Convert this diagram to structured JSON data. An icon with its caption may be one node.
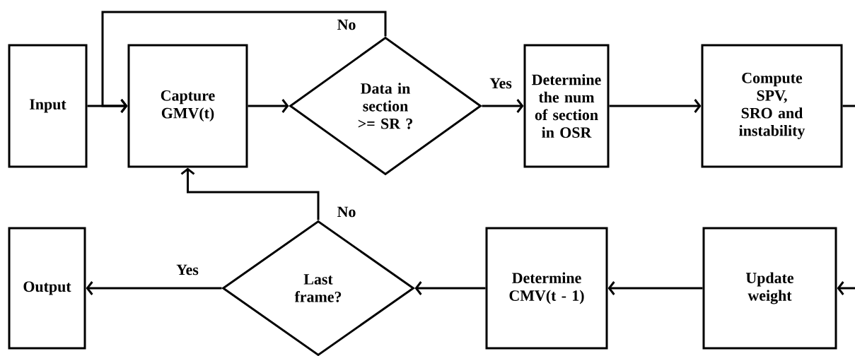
{
  "diagram": {
    "nodes": [
      {
        "text": [
          "Input"
        ]
      },
      {
        "text": [
          "Capture GMV(t)"
        ]
      },
      {
        "text": [
          "Data in section >= SR ?"
        ]
      },
      {
        "text": [
          "Determine the num of section in OSR"
        ]
      },
      {
        "text": [
          "Compute SPV, SRO and instability"
        ]
      },
      {
        "text": [
          "Output"
        ]
      },
      {
        "text": [
          "Last frame?"
        ]
      },
      {
        "text": [
          "Determine CMV(t - 1)"
        ]
      },
      {
        "text": [
          "Update weight"
        ]
      }
    ],
    "edges": [
      {
        "from": 0,
        "to": 1,
        "arrow": "to"
      },
      {
        "from": 1,
        "to": 2,
        "arrow": "to"
      },
      {
        "from": 2,
        "to": 1,
        "arrow": "to",
        "label": "No"
      },
      {
        "from": 2,
        "to": 3,
        "arrow": "to",
        "label": "Yes"
      },
      {
        "from": 3,
        "to": 4,
        "arrow": "to"
      },
      {
        "from": 4,
        "to": null,
        "arrow": "none"
      },
      {
        "from": null,
        "to": 8,
        "arrow": "to"
      },
      {
        "from": 8,
        "to": 7,
        "arrow": "to"
      },
      {
        "from": 7,
        "to": 6,
        "arrow": "to"
      },
      {
        "from": 6,
        "to": 5,
        "arrow": "to",
        "label": "Yes"
      },
      {
        "from": 6,
        "to": 1,
        "arrow": "to",
        "label": "No"
      }
    ]
  }
}
